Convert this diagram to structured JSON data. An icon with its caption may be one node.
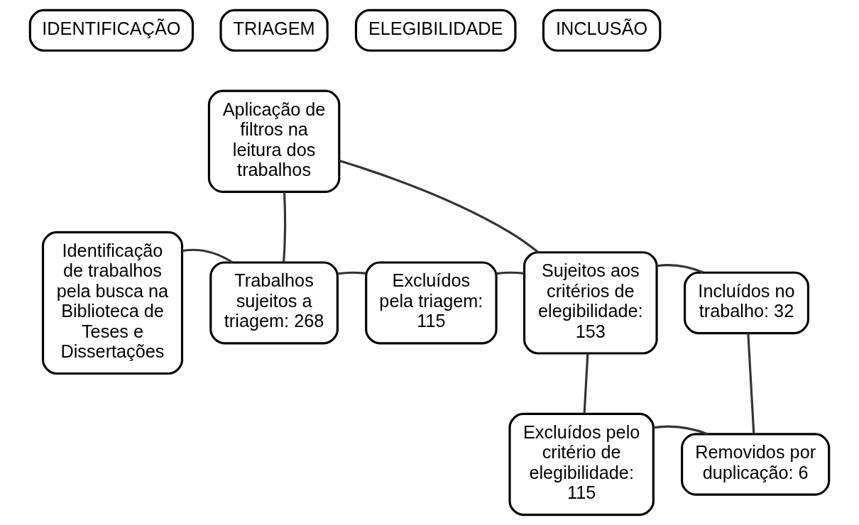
{
  "diagram": {
    "nodes": [
      {
        "text": [
          "IDENTIFICAÇÃO"
        ]
      },
      {
        "text": [
          "TRIAGEM"
        ]
      },
      {
        "text": [
          "ELEGIBILIDADE"
        ]
      },
      {
        "text": [
          "INCLUSÃO"
        ]
      },
      {
        "text": [
          "Aplicação de filtros na leitura dos trabalhos"
        ]
      },
      {
        "text": [
          "Identificação de trabalhos pela busca na Biblioteca de Teses e Dissertações"
        ]
      },
      {
        "text": [
          "Trabalhos sujeitos a triagem: 268"
        ]
      },
      {
        "text": [
          "Excluídos pela triagem: 115"
        ]
      },
      {
        "text": [
          "Sujeitos aos critérios de elegibilidade: 153"
        ]
      },
      {
        "text": [
          "Incluídos no trabalho: 32"
        ]
      },
      {
        "text": [
          "Excluídos pelo critério de elegibilidade: 115"
        ]
      },
      {
        "text": [
          "Removidos por duplicação: 6"
        ]
      }
    ],
    "edges": [
      {
        "from": 5,
        "to": 6,
        "arrow": "none"
      },
      {
        "from": 6,
        "to": 4,
        "arrow": "none"
      },
      {
        "from": 4,
        "to": 8,
        "arrow": "none"
      },
      {
        "from": 6,
        "to": 7,
        "arrow": "none"
      },
      {
        "from": 7,
        "to": 8,
        "arrow": "none"
      },
      {
        "from": 8,
        "to": 9,
        "arrow": "none"
      },
      {
        "from": 8,
        "to": 10,
        "arrow": "none"
      },
      {
        "from": 10,
        "to": 11,
        "arrow": "none"
      },
      {
        "from": 11,
        "to": 9,
        "arrow": "none"
      }
    ]
  }
}
